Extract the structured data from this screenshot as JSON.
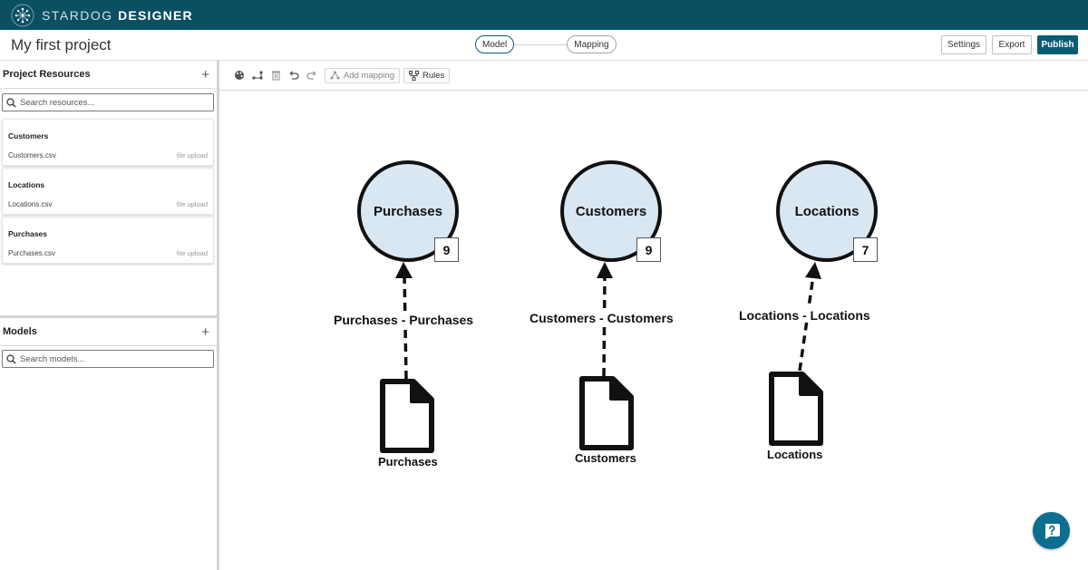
{
  "brand": {
    "prefix": "STARDOG",
    "suffix": "DESIGNER",
    "logo_icon": "stardog-logo-icon"
  },
  "header": {
    "project_title": "My first project",
    "steps": [
      "Model",
      "Mapping"
    ],
    "buttons": {
      "settings": "Settings",
      "export": "Export",
      "publish": "Publish"
    }
  },
  "sidebar": {
    "resources": {
      "title": "Project Resources",
      "search_placeholder": "Search resources...",
      "items": [
        {
          "name": "Customers",
          "file": "Customers.csv",
          "source": "file upload"
        },
        {
          "name": "Locations",
          "file": "Locations.csv",
          "source": "file upload"
        },
        {
          "name": "Purchases",
          "file": "Purchases.csv",
          "source": "file upload"
        }
      ]
    },
    "models": {
      "title": "Models",
      "search_placeholder": "Search models..."
    }
  },
  "toolbar": {
    "icons": [
      "palette-icon",
      "layout-icon",
      "trash-icon",
      "undo-icon",
      "redo-icon"
    ],
    "add_mapping": "Add mapping",
    "rules": "Rules"
  },
  "canvas": {
    "nodes": [
      {
        "label": "Purchases",
        "count": "9"
      },
      {
        "label": "Customers",
        "count": "9"
      },
      {
        "label": "Locations",
        "count": "7"
      }
    ],
    "mappings": [
      {
        "label": "Purchases - Purchases"
      },
      {
        "label": "Customers - Customers"
      },
      {
        "label": "Locations - Locations"
      }
    ],
    "files": [
      {
        "label": "Purchases"
      },
      {
        "label": "Customers"
      },
      {
        "label": "Locations"
      }
    ]
  },
  "colors": {
    "brand": "#0c4f63",
    "primary_button": "#0c5b73",
    "node_fill": "#d8e7f1",
    "help_button": "#0c6f8f"
  }
}
